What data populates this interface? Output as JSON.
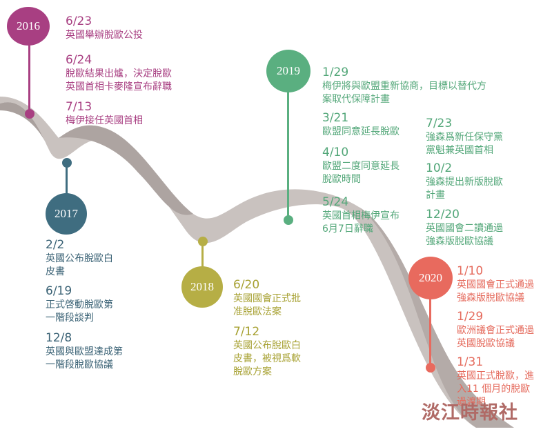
{
  "years": [
    {
      "label": "2016",
      "color": "#a83f82"
    },
    {
      "label": "2017",
      "color": "#3f6d80"
    },
    {
      "label": "2018",
      "color": "#b6ae45"
    },
    {
      "label": "2019",
      "color": "#5aaf80"
    },
    {
      "label": "2020",
      "color": "#e86a5e"
    }
  ],
  "events": {
    "y2016": [
      {
        "date": "6/23",
        "lines": [
          "英國舉辦脫歐公投"
        ]
      },
      {
        "date": "6/24",
        "lines": [
          "脫歐結果出爐，決定脫歐",
          "英國首相卡麥隆宣布辭職"
        ]
      },
      {
        "date": "7/13",
        "lines": [
          "梅伊接任英國首相"
        ]
      }
    ],
    "y2017": [
      {
        "date": "2/2",
        "lines": [
          "英國公布脫歐白",
          "皮書"
        ]
      },
      {
        "date": "6/19",
        "lines": [
          "正式啓動脫歐第",
          "一階段談判"
        ]
      },
      {
        "date": "12/8",
        "lines": [
          "英國與歐盟達成第",
          "一階段脫歐協議"
        ]
      }
    ],
    "y2018": [
      {
        "date": "6/20",
        "lines": [
          "英國國會正式批",
          "准脫歐法案"
        ]
      },
      {
        "date": "7/12",
        "lines": [
          "英國公布脫歐白",
          "皮書，被視爲軟",
          "脫歐方案"
        ]
      }
    ],
    "y2019a": [
      {
        "date": "1/29",
        "lines": [
          "梅伊將與歐盟重新協商，目標以替代方",
          "案取代保障計畫"
        ]
      },
      {
        "date": "3/21",
        "lines": [
          "歐盟同意延長脫歐"
        ]
      },
      {
        "date": "4/10",
        "lines": [
          "歐盟二度同意延長",
          "脫歐時間"
        ]
      },
      {
        "date": "5/24",
        "lines": [
          "英國首相梅伊宣布",
          "6月7日辭職"
        ]
      }
    ],
    "y2019b": [
      {
        "date": "7/23",
        "lines": [
          "強森爲新任保守黨",
          "黨魁兼英國首相"
        ]
      },
      {
        "date": "10/2",
        "lines": [
          "強森提出新版脫歐",
          "計畫"
        ]
      },
      {
        "date": "12/20",
        "lines": [
          "英國國會二讀通過",
          "強森版脫歐協議"
        ]
      }
    ],
    "y2020": [
      {
        "date": "1/10",
        "lines": [
          "英國國會正式通過",
          "強森版脫歐協議"
        ]
      },
      {
        "date": "1/29",
        "lines": [
          "歐洲議會正式通過",
          "英國脫歐協議"
        ]
      },
      {
        "date": "1/31",
        "lines": [
          "英國正式脫歐，進",
          "入11 個月的脫歐",
          "過渡期"
        ]
      }
    ]
  },
  "watermark": "淡江時報社"
}
